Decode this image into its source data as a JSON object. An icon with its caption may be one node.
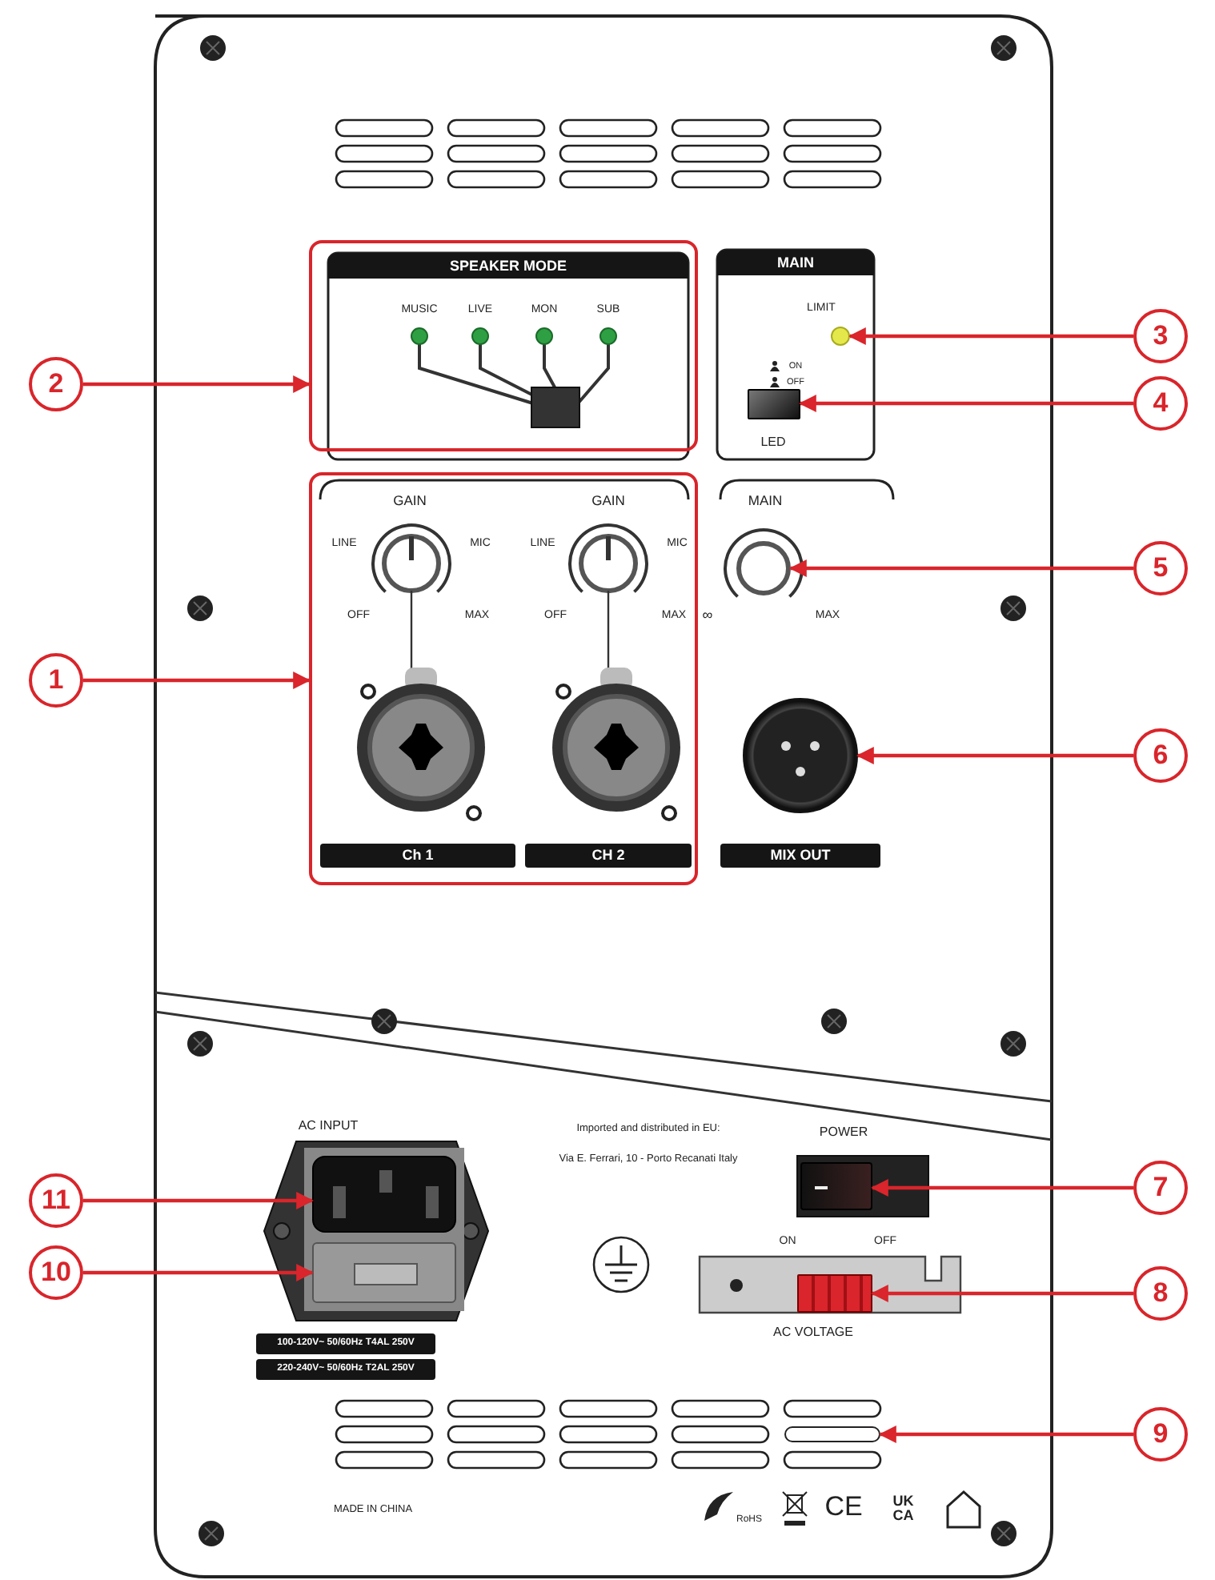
{
  "diagram": {
    "nodes": [
      {
        "text": [
          "2"
        ]
      },
      {
        "text": [],
        "shape": "box"
      },
      {
        "text": [
          "3"
        ]
      },
      {
        "text": [],
        "shape": "circle"
      },
      {
        "text": [
          "4"
        ]
      },
      {
        "text": [],
        "shape": "box"
      },
      {
        "text": [
          "1"
        ]
      },
      {
        "text": [],
        "shape": "box"
      },
      {
        "text": [
          "5"
        ]
      },
      {
        "text": [],
        "shape": "circle"
      },
      {
        "text": [
          "6"
        ]
      },
      {
        "text": [],
        "shape": "circle"
      },
      {
        "text": [
          "11"
        ]
      },
      {
        "text": [],
        "shape": "box"
      },
      {
        "text": [
          "7"
        ]
      },
      {
        "text": [],
        "shape": "box"
      },
      {
        "text": [
          "10"
        ]
      },
      {
        "text": [],
        "shape": "box"
      },
      {
        "text": [
          "8"
        ]
      },
      {
        "text": [],
        "shape": "box"
      },
      {
        "text": [
          "9"
        ]
      },
      {
        "text": [],
        "shape": "box"
      }
    ],
    "edges": [
      {
        "from": 0,
        "to": 1,
        "arrow": "to"
      },
      {
        "from": 2,
        "to": 3,
        "arrow": "to"
      },
      {
        "from": 4,
        "to": 5,
        "arrow": "to"
      },
      {
        "from": 6,
        "to": 7,
        "arrow": "to"
      },
      {
        "from": 8,
        "to": 9,
        "arrow": "to"
      },
      {
        "from": 10,
        "to": 11,
        "arrow": "to"
      },
      {
        "from": 12,
        "to": 13,
        "arrow": "to"
      },
      {
        "from": 14,
        "to": 15,
        "arrow": "to"
      },
      {
        "from": 16,
        "to": 17,
        "arrow": "to"
      },
      {
        "from": 18,
        "to": 19,
        "arrow": "to"
      },
      {
        "from": 20,
        "to": 21,
        "arrow": "to"
      }
    ],
    "labels": [
      "SPEAKER MODE",
      "MUSIC",
      "LIVE",
      "MON",
      "SUB",
      "MAIN",
      "LIMIT",
      "ON",
      "OFF",
      "LED",
      "GAIN",
      "LINE",
      "MIC",
      "OFF",
      "MAX",
      "GAIN",
      "LINE",
      "MIC",
      "OFF",
      "MAX",
      "MAIN",
      "∞",
      "MAX",
      "Ch 1",
      "CH 2",
      "MIX OUT",
      "Imported and distributed in EU:",
      "Via E. Ferrari, 10 - Porto Recanati Italy",
      "AC INPUT",
      "POWER",
      "ON",
      "OFF",
      "100-120V~ 50/60Hz T4AL 250V",
      "220-240V~ 50/60Hz T2AL 250V",
      "AC VOLTAGE",
      "MADE IN CHINA",
      "RoHS",
      "CE",
      "UK CA"
    ]
  }
}
